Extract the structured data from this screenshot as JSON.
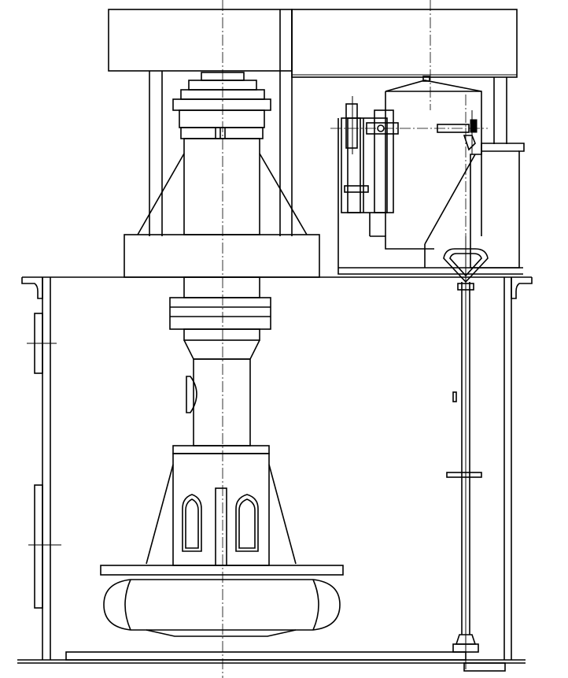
{
  "drawing": {
    "type": "engineering-line-drawing",
    "subject": "vertical-agitator-in-tank",
    "stroke_color": "#000000",
    "background_color": "#ffffff",
    "line_style_centerline": "dash-dot"
  }
}
